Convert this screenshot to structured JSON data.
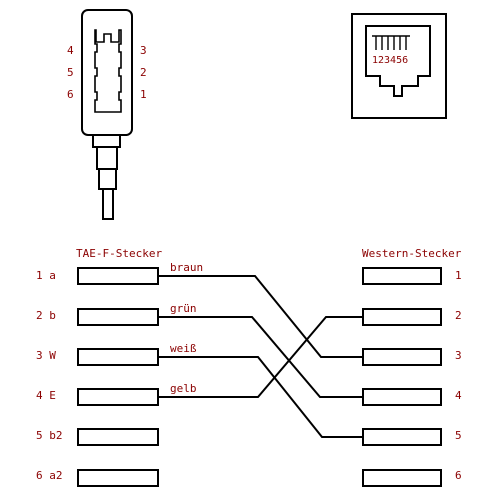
{
  "colors": {
    "line": "#000000",
    "label": "#8b0000",
    "background": "#ffffff"
  },
  "plug_top": {
    "pins_left": [
      "4",
      "5",
      "6"
    ],
    "pins_right": [
      "3",
      "2",
      "1"
    ]
  },
  "socket_top": {
    "pin_label": "123456"
  },
  "tae": {
    "title": "TAE-F-Stecker",
    "pins": [
      {
        "label": "1 a"
      },
      {
        "label": "2 b"
      },
      {
        "label": "3 W"
      },
      {
        "label": "4 E"
      },
      {
        "label": "5 b2"
      },
      {
        "label": "6 a2"
      }
    ]
  },
  "western": {
    "title": "Western-Stecker",
    "pins": [
      "1",
      "2",
      "3",
      "4",
      "5",
      "6"
    ]
  },
  "wires": [
    {
      "color": "braun",
      "from_tae": 1,
      "to_western": 3
    },
    {
      "color": "grün",
      "from_tae": 2,
      "to_western": 4
    },
    {
      "color": "weiß",
      "from_tae": 3,
      "to_western": 5
    },
    {
      "color": "gelb",
      "from_tae": 4,
      "to_western": 2
    }
  ]
}
